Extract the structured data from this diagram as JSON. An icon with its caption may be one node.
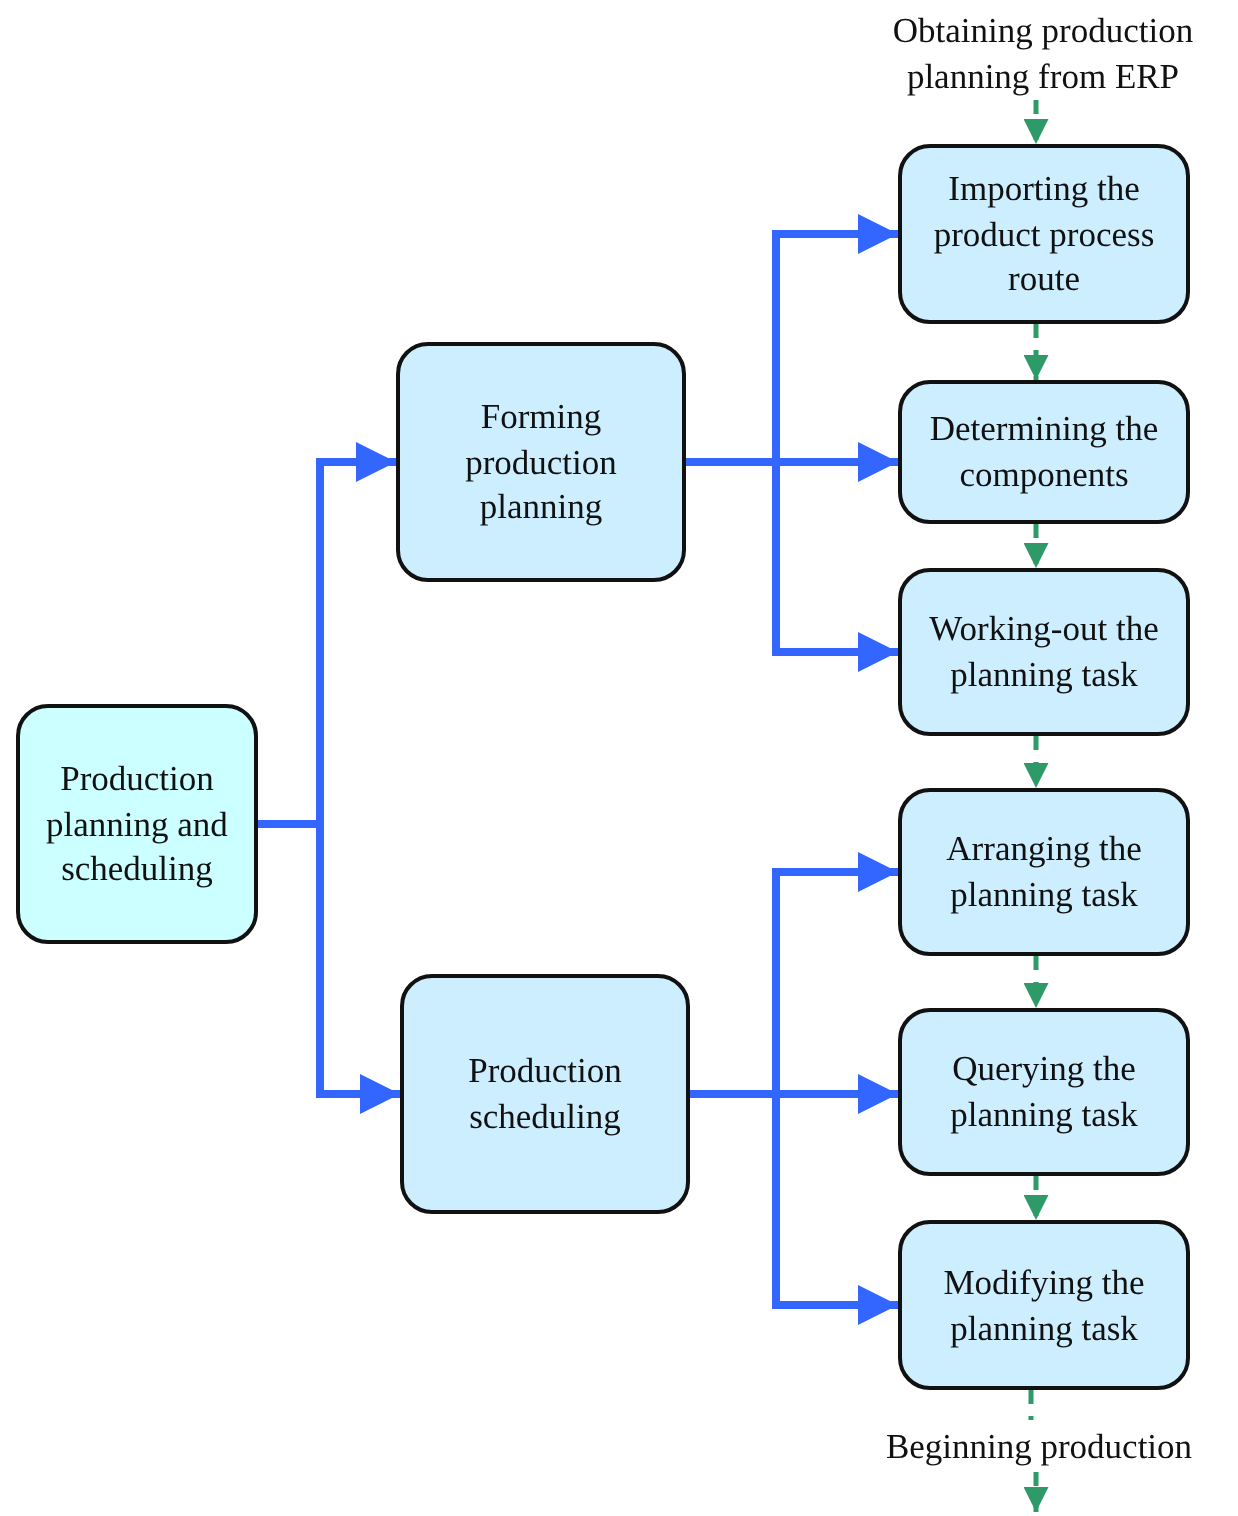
{
  "diagram": {
    "nodes": [
      {
        "text": [
          "Production planning and scheduling"
        ]
      },
      {
        "text": [
          "Forming production planning"
        ]
      },
      {
        "text": [
          "Production scheduling"
        ]
      },
      {
        "text": [
          "Importing the product process route"
        ]
      },
      {
        "text": [
          "Determining the components"
        ]
      },
      {
        "text": [
          "Working-out the planning task"
        ]
      },
      {
        "text": [
          "Arranging the planning task"
        ]
      },
      {
        "text": [
          "Querying the planning task"
        ]
      },
      {
        "text": [
          "Modifying the planning task"
        ]
      },
      {
        "text": [
          "Obtaining production planning from ERP"
        ]
      },
      {
        "text": [
          "Beginning production"
        ]
      }
    ],
    "edges": [
      {
        "from": 0,
        "to": 1,
        "arrow": "to"
      },
      {
        "from": 0,
        "to": 2,
        "arrow": "to"
      },
      {
        "from": 1,
        "to": 3,
        "arrow": "to"
      },
      {
        "from": 1,
        "to": 4,
        "arrow": "to"
      },
      {
        "from": 1,
        "to": 5,
        "arrow": "to"
      },
      {
        "from": 2,
        "to": 6,
        "arrow": "to"
      },
      {
        "from": 2,
        "to": 7,
        "arrow": "to"
      },
      {
        "from": 2,
        "to": 8,
        "arrow": "to"
      },
      {
        "from": 9,
        "to": 3,
        "arrow": "to",
        "style": "dashed",
        "color": "#2e9a68"
      },
      {
        "from": 3,
        "to": 4,
        "arrow": "to",
        "style": "dashed",
        "color": "#2e9a68"
      },
      {
        "from": 4,
        "to": 5,
        "arrow": "to",
        "style": "dashed",
        "color": "#2e9a68"
      },
      {
        "from": 5,
        "to": 6,
        "arrow": "to",
        "style": "dashed",
        "color": "#2e9a68"
      },
      {
        "from": 6,
        "to": 7,
        "arrow": "to",
        "style": "dashed",
        "color": "#2e9a68"
      },
      {
        "from": 7,
        "to": 8,
        "arrow": "to",
        "style": "dashed",
        "color": "#2e9a68"
      },
      {
        "from": 8,
        "to": 10,
        "arrow": "none",
        "style": "dashed",
        "color": "#2e9a68"
      },
      {
        "from": 10,
        "to": null,
        "arrow": "to",
        "style": "dashed",
        "color": "#2e9a68"
      }
    ]
  }
}
